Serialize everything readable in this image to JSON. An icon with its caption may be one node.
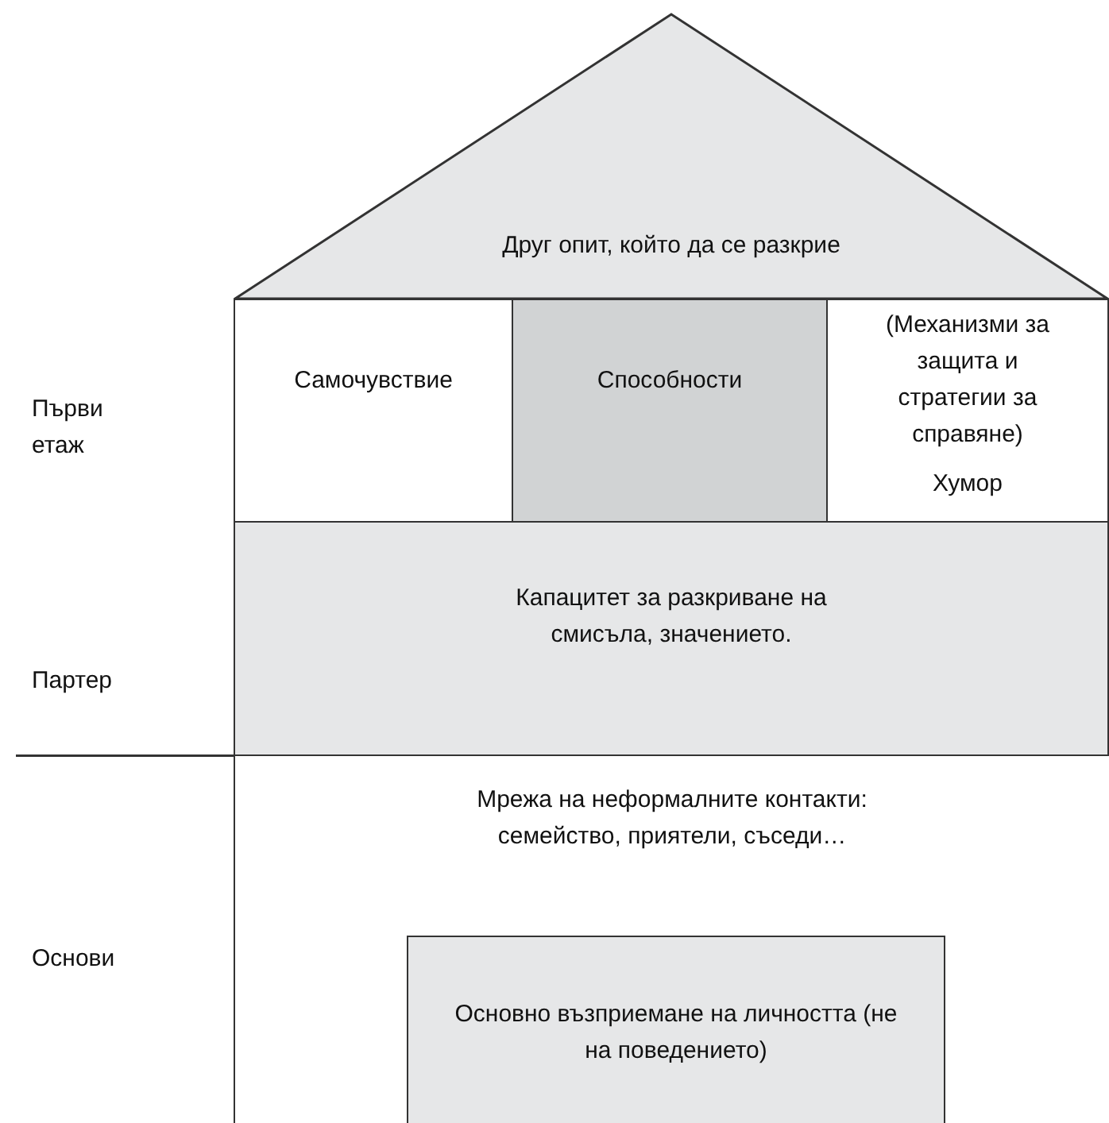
{
  "diagram": {
    "nodes": [
      {
        "text": [
          "Друг опит, който да се разкрие"
        ]
      },
      {
        "text": [
          "Самочувствие"
        ]
      },
      {
        "text": [
          "Способности"
        ]
      },
      {
        "text": [
          "(Механизми за защита и стратегии за справяне)",
          "Хумор"
        ]
      },
      {
        "text": [
          "Капацитет за разкриване на смисъла, значението."
        ]
      },
      {
        "text": [
          "Мрежа на неформалните контакти: семейство, приятели, съседи…"
        ]
      },
      {
        "text": [
          "Основно възприемане на личността (не на поведението)"
        ],
        "in": 5
      }
    ],
    "edges": [],
    "labels": [
      "Първи етаж",
      "Партер",
      "Основи"
    ]
  }
}
